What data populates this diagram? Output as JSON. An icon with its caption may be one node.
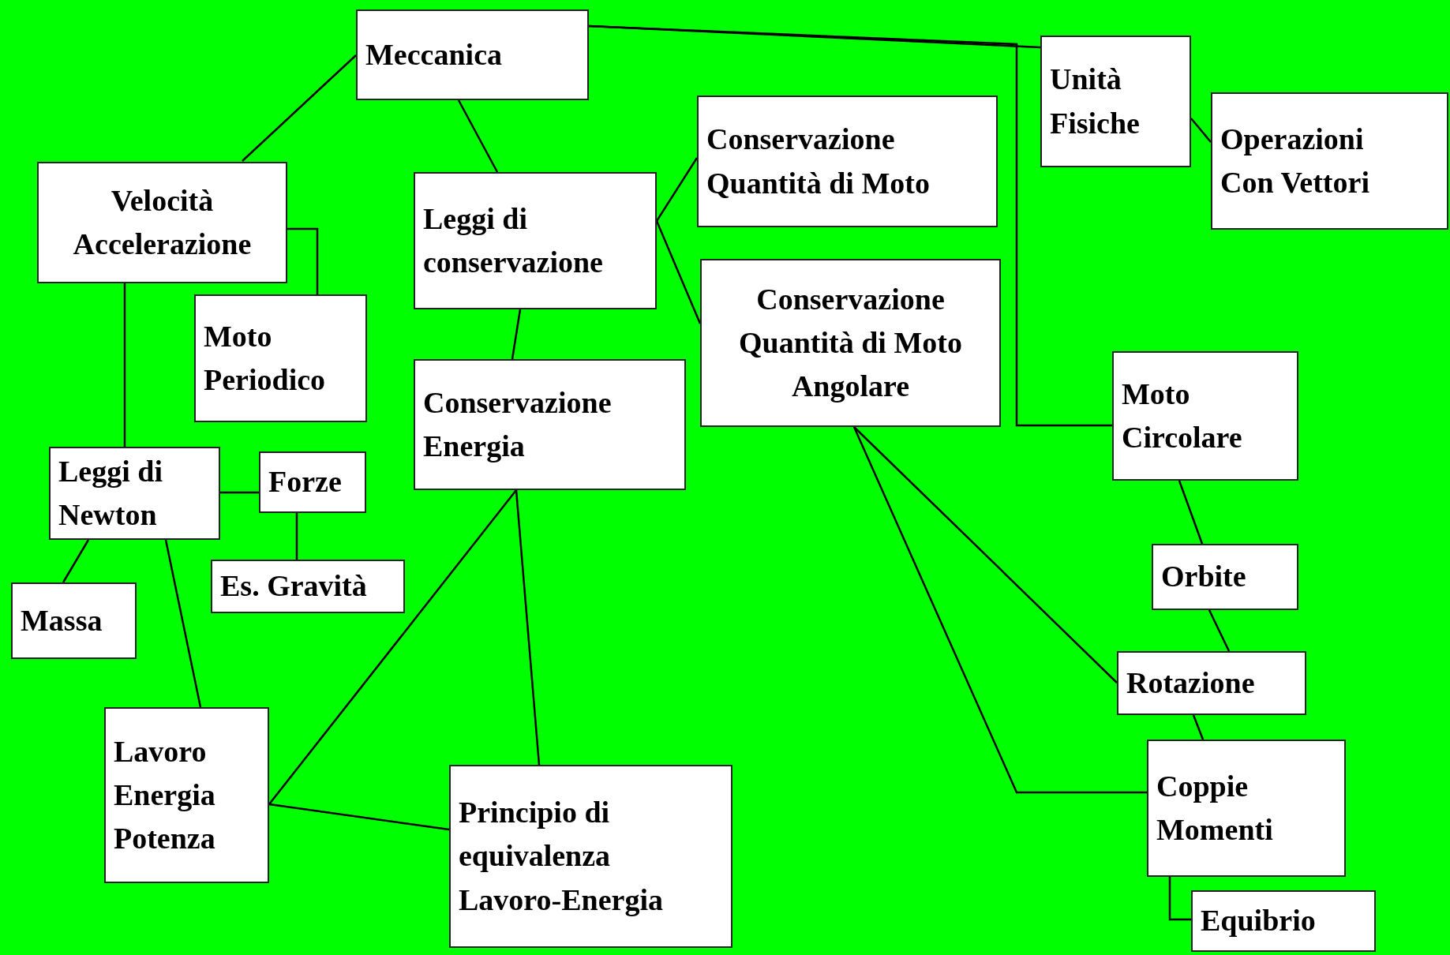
{
  "diagram": {
    "nodes": [
      {
        "text": [
          "Meccanica"
        ]
      },
      {
        "text": [
          "Unità Fisiche"
        ]
      },
      {
        "text": [
          "Operazioni Con Vettori"
        ]
      },
      {
        "text": [
          "Velocità Accelerazione"
        ]
      },
      {
        "text": [
          "Leggi di conservazione"
        ]
      },
      {
        "text": [
          "Conservazione Quantità di Moto"
        ]
      },
      {
        "text": [
          "Conservazione Quantità di Moto Angolare"
        ]
      },
      {
        "text": [
          "Moto Periodico"
        ]
      },
      {
        "text": [
          "Conservazione Energia"
        ]
      },
      {
        "text": [
          "Moto Circolare"
        ]
      },
      {
        "text": [
          "Leggi di Newton"
        ]
      },
      {
        "text": [
          "Forze"
        ]
      },
      {
        "text": [
          "Es. Gravità"
        ]
      },
      {
        "text": [
          "Orbite"
        ]
      },
      {
        "text": [
          "Massa"
        ]
      },
      {
        "text": [
          "Rotazione"
        ]
      },
      {
        "text": [
          "Lavoro Energia Potenza"
        ]
      },
      {
        "text": [
          "Principio di equivalenza Lavoro-Energia"
        ]
      },
      {
        "text": [
          "Coppie Momenti"
        ]
      },
      {
        "text": [
          "Equibrio"
        ]
      }
    ],
    "edges": [
      {
        "from": 0,
        "to": 3,
        "arrow": "none"
      },
      {
        "from": 0,
        "to": 4,
        "arrow": "none"
      },
      {
        "from": 0,
        "to": 1,
        "arrow": "none"
      },
      {
        "from": 0,
        "to": 9,
        "arrow": "none"
      },
      {
        "from": 1,
        "to": 2,
        "arrow": "none"
      },
      {
        "from": 3,
        "to": 7,
        "arrow": "none"
      },
      {
        "from": 3,
        "to": 10,
        "arrow": "none"
      },
      {
        "from": 4,
        "to": 5,
        "arrow": "none"
      },
      {
        "from": 4,
        "to": 6,
        "arrow": "none"
      },
      {
        "from": 4,
        "to": 8,
        "arrow": "none"
      },
      {
        "from": 10,
        "to": 11,
        "arrow": "none"
      },
      {
        "from": 11,
        "to": 12,
        "arrow": "none"
      },
      {
        "from": 10,
        "to": 14,
        "arrow": "none"
      },
      {
        "from": 10,
        "to": 16,
        "arrow": "none"
      },
      {
        "from": 8,
        "to": 16,
        "arrow": "none"
      },
      {
        "from": 8,
        "to": 17,
        "arrow": "none"
      },
      {
        "from": 16,
        "to": 17,
        "arrow": "none"
      },
      {
        "from": 6,
        "to": 15,
        "arrow": "none"
      },
      {
        "from": 6,
        "to": 18,
        "arrow": "none"
      },
      {
        "from": 9,
        "to": 13,
        "arrow": "none"
      },
      {
        "from": 13,
        "to": 15,
        "arrow": "none"
      },
      {
        "from": 15,
        "to": 18,
        "arrow": "none"
      },
      {
        "from": 18,
        "to": 19,
        "arrow": "none"
      }
    ]
  }
}
